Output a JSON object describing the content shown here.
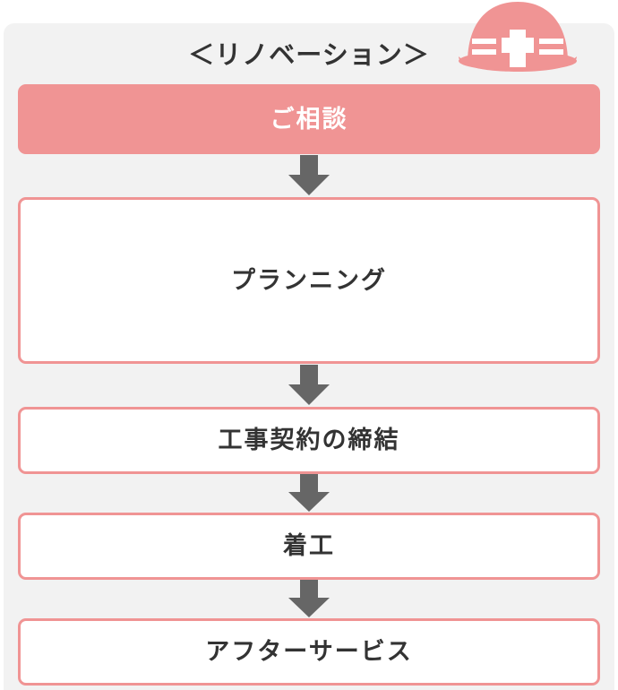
{
  "header": {
    "title": "＜リノベーション＞",
    "icon": "construction-helmet-icon"
  },
  "colors": {
    "panel_background": "#f2f2f2",
    "accent_pink": "#f09494",
    "arrow_gray": "#666666",
    "text_dark": "#333333",
    "text_light": "#ffffff",
    "node_background": "#ffffff"
  },
  "flow": {
    "connector_icon": "down-arrow-icon",
    "steps": [
      {
        "label": "ご相談",
        "style": "filled",
        "height": 78
      },
      {
        "label": "プランニング",
        "style": "outlined",
        "height": 186
      },
      {
        "label": "工事契約の締結",
        "style": "outlined",
        "height": 75
      },
      {
        "label": "着工",
        "style": "outlined",
        "height": 75
      },
      {
        "label": "アフターサービス",
        "style": "outlined",
        "height": 75
      }
    ]
  }
}
